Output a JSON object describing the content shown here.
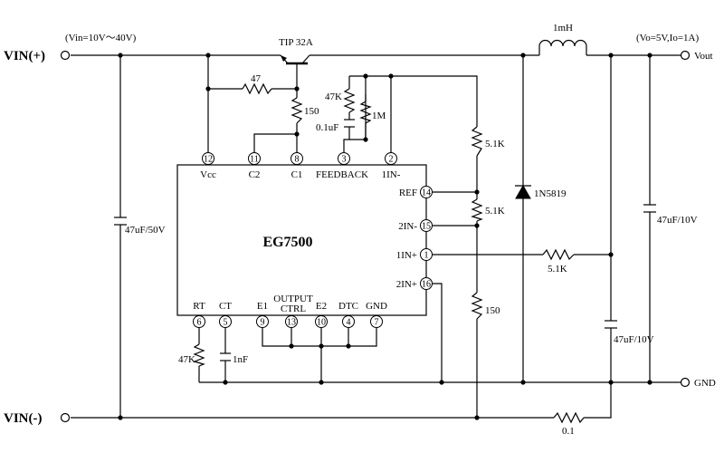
{
  "title": "",
  "inputs": {
    "vin_plus": "VIN(+)",
    "vin_minus": "VIN(-)",
    "vin_range": "(Vin=10V～40V)"
  },
  "outputs": {
    "vout": "Vout",
    "gnd": "GND",
    "spec": "(Vo=5V,Io=1A)"
  },
  "ic": {
    "name": "EG7500",
    "pins": {
      "vcc": {
        "num": "12",
        "label": "Vcc"
      },
      "c2": {
        "num": "11",
        "label": "C2"
      },
      "c1": {
        "num": "8",
        "label": "C1"
      },
      "feedback": {
        "num": "3",
        "label": "FEEDBACK"
      },
      "in1m": {
        "num": "2",
        "label": "1IN-"
      },
      "ref": {
        "num": "14",
        "label": "REF"
      },
      "in2m": {
        "num": "15",
        "label": "2IN-"
      },
      "in1p": {
        "num": "1",
        "label": "1IN+"
      },
      "in2p": {
        "num": "16",
        "label": "2IN+"
      },
      "rt": {
        "num": "6",
        "label": "RT"
      },
      "ct": {
        "num": "5",
        "label": "CT"
      },
      "e1": {
        "num": "9",
        "label": "E1"
      },
      "output_ctrl": {
        "num": "13",
        "label_line1": "OUTPUT",
        "label_line2": "CTRL"
      },
      "e2": {
        "num": "10",
        "label": "E2"
      },
      "dtc": {
        "num": "4",
        "label": "DTC"
      },
      "gnd": {
        "num": "7",
        "label": "GND"
      }
    }
  },
  "components": {
    "transistor": "TIP 32A",
    "r_base": "47",
    "r_150_top": "150",
    "r_47k_fb": "47K",
    "r_1m": "1M",
    "c_fb": "0.1uF",
    "r_5k1_a": "5.1K",
    "r_5k1_b": "5.1K",
    "r_150_bottom": "150",
    "r_5k1_h": "5.1K",
    "r_47k_rt": "47K",
    "c_ct": "1nF",
    "c_in": "47uF/50V",
    "diode": "1N5819",
    "inductor": "1mH",
    "c_out_right": "47uF/10V",
    "c_out_mid": "47uF/10V",
    "r_shunt": "0.1"
  }
}
